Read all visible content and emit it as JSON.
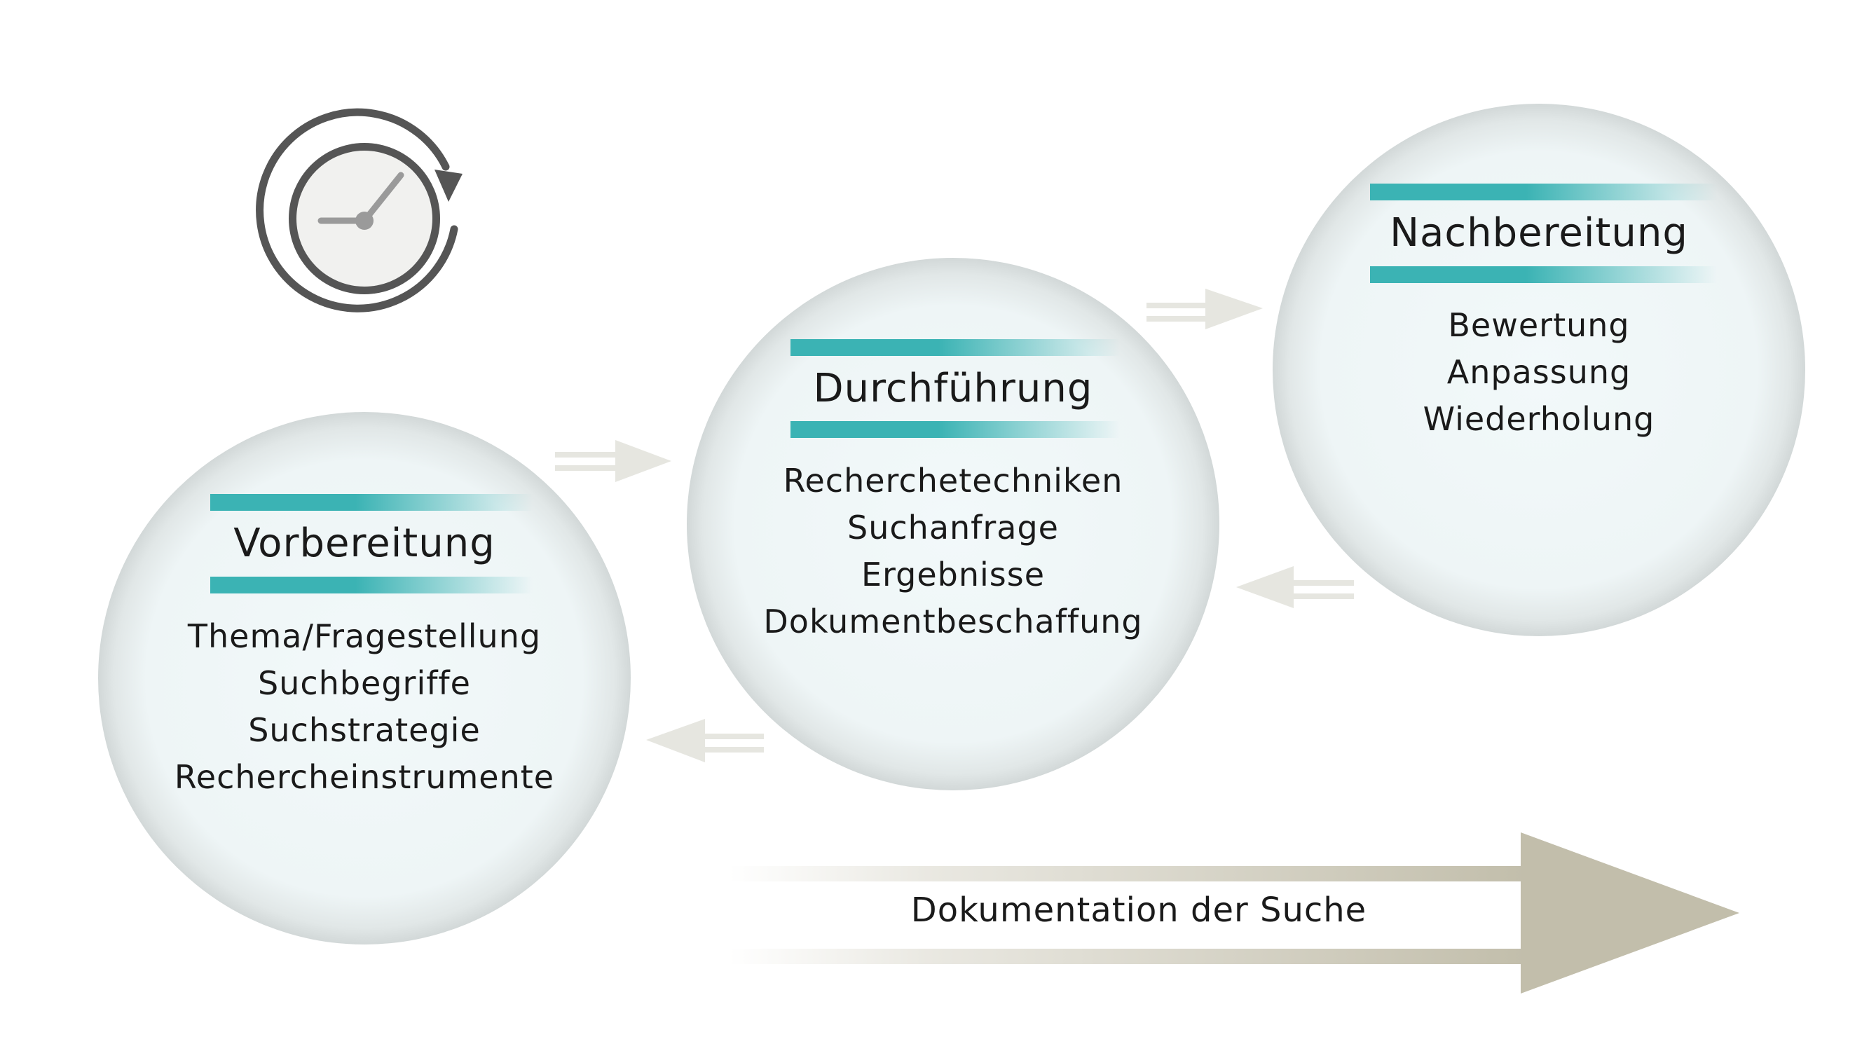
{
  "phases": [
    {
      "title": "Vorbereitung",
      "items": [
        "Thema/Fragestellung",
        "Suchbegriffe",
        "Suchstrategie",
        "Rechercheinstrumente"
      ]
    },
    {
      "title": "Durchführung",
      "items": [
        "Recherchetechniken",
        "Suchanfrage",
        "Ergebnisse",
        "Dokumentbeschaffung"
      ]
    },
    {
      "title": "Nachbereitung",
      "items": [
        "Bewertung",
        "Anpassung",
        "Wiederholung"
      ]
    }
  ],
  "documentation": {
    "label": "Dokumentation der Suche"
  },
  "icons": {
    "cycle": "clock-cycle-icon",
    "forward": "arrow-right-icon",
    "backward": "arrow-left-icon"
  },
  "colors": {
    "accent_teal": "#3bb3b4",
    "circle_fill": "#f1f7f8",
    "arrow_small": "#e6e6e0",
    "arrow_big": "#c2beab",
    "icon_dark": "#555555",
    "icon_face": "#f1f1ef"
  }
}
